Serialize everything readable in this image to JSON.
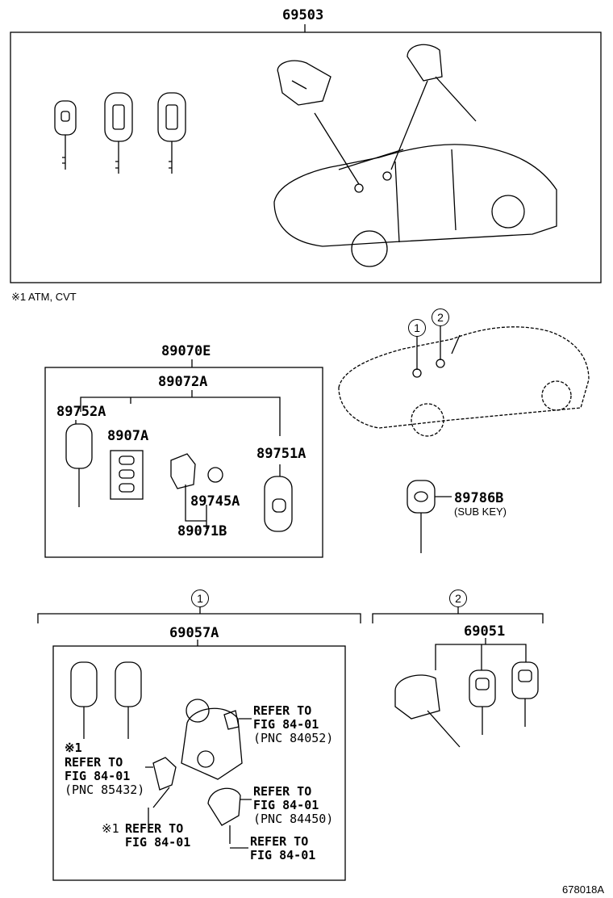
{
  "top_section": {
    "part_number": "69503",
    "note": "※1 ATM, CVT"
  },
  "kit_section": {
    "part_number": "89070E",
    "subassembly": "89072A",
    "parts": [
      "89752A",
      "8907A",
      "89751A",
      "89745A",
      "89071B"
    ]
  },
  "sub_key": {
    "part_number": "89786B",
    "caption": "(SUB KEY)"
  },
  "car_markers": [
    "1",
    "2"
  ],
  "group_1": {
    "marker": "1",
    "part_number": "69057A",
    "note_mark": "※1",
    "refs": [
      {
        "line1": "REFER TO",
        "line2": "FIG 84-01",
        "line3": "(PNC 84052)"
      },
      {
        "line1": "REFER TO",
        "line2": "FIG 84-01",
        "line3": "(PNC 85432)"
      },
      {
        "line1": "REFER TO",
        "line2": "FIG 84-01",
        "line3": "(PNC 84450)"
      },
      {
        "mark": "※1",
        "line1": "REFER TO",
        "line2": "FIG 84-01"
      },
      {
        "line1": "REFER TO",
        "line2": "FIG 84-01"
      }
    ]
  },
  "group_2": {
    "marker": "2",
    "part_number": "69051"
  },
  "figure_id": "678018A"
}
